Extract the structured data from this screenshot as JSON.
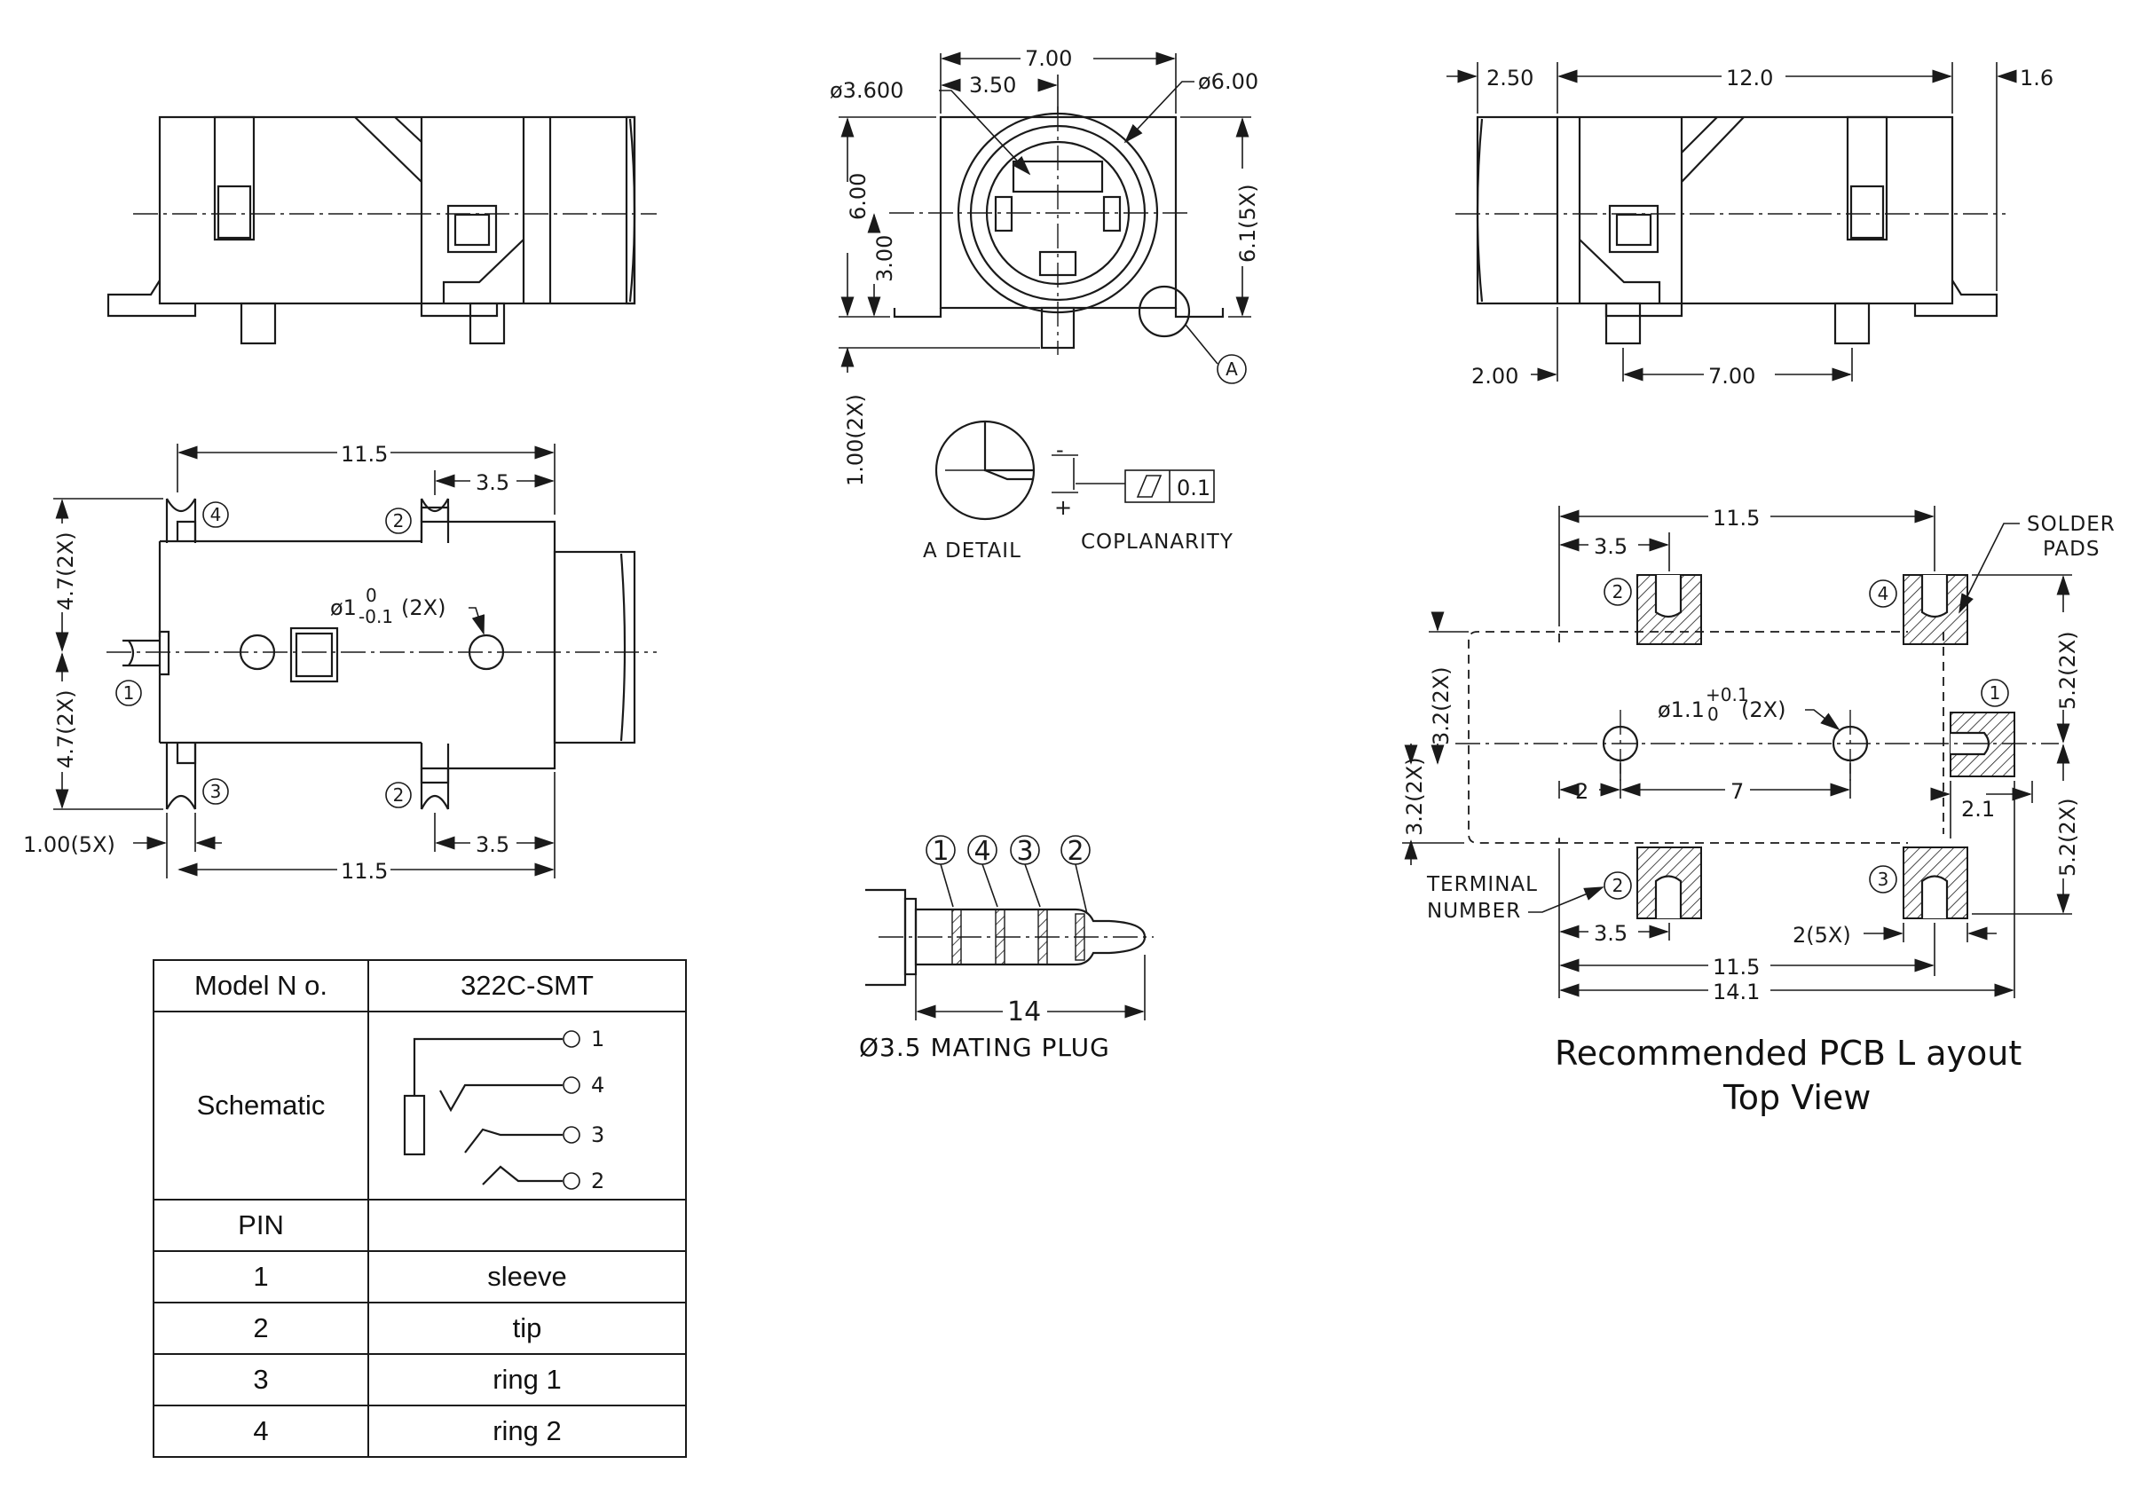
{
  "side_view_left": {},
  "front_view": {
    "dim_width": "7.00",
    "dim_inner": "3.50",
    "dim_outer_dia": "ø6.00",
    "dim_inner_dia": "ø3.600",
    "dim_height": "6.00",
    "dim_center": "3.00",
    "dim_pins": "6.1(5X)",
    "dim_offset": "1.00(2X)",
    "detail_ref": "A"
  },
  "side_view_right": {
    "dim_front": "2.50",
    "dim_length": "12.0",
    "dim_tab": "1.6",
    "dim_pin_offset": "2.00",
    "dim_pin_pitch": "7.00"
  },
  "detail": {
    "label": "A DETAIL",
    "coplanarity_label": "COPLANARITY",
    "tolerance": "0.1",
    "minus": "-",
    "plus": "+"
  },
  "bottom_view": {
    "dim_length_top": "11.5",
    "dim_pin_top": "3.5",
    "dim_half_top": "4.7(2X)",
    "dim_half_bottom": "4.7(2X)",
    "hole_note": "ø1",
    "hole_tol_upper": "0",
    "hole_tol_lower": "-0.1",
    "hole_count": "(2X)",
    "dim_pin_width": "1.00(5X)",
    "dim_pin_bottom": "3.5",
    "dim_length_bottom": "11.5",
    "pins": [
      "4",
      "2",
      "1",
      "3",
      "2"
    ]
  },
  "mating_plug": {
    "pins": [
      "1",
      "4",
      "3",
      "2"
    ],
    "dim_length": "14",
    "caption": "Ø3.5 MATING PLUG"
  },
  "pcb_layout": {
    "dim_length": "11.5",
    "dim_pad_offset": "3.5",
    "solder_pads_label": [
      "SOLDER",
      "PADS"
    ],
    "hole_note": "ø1.1",
    "hole_tol_upper": "+0.1",
    "hole_tol_lower": "0",
    "hole_count": "(2X)",
    "dim_half_right_top": "5.2(2X)",
    "dim_half_right_bottom": "5.2(2X)",
    "dim_half_left_a": "3.2(2X)",
    "dim_half_left_b": "3.2(2X)",
    "dim_hole_left": "2",
    "dim_hole_pitch": "7",
    "dim_right_pad": "2.1",
    "terminal_label": [
      "TERMINAL",
      "NUMBER"
    ],
    "dim_pad_bottom": "3.5",
    "dim_pad_width": "2(5X)",
    "dim_length_bottom": "11.5",
    "dim_total": "14.1",
    "pads": [
      "2",
      "4",
      "1",
      "2",
      "3"
    ],
    "caption": "Recommended PCB L ayout",
    "subcaption": "Top View"
  },
  "model_table": {
    "model_label": "Model N o.",
    "model_value": "322C-SMT",
    "schematic_label": "Schematic",
    "schematic_pins": [
      "1",
      "4",
      "3",
      "2"
    ],
    "pin_header": "PIN",
    "pin_header_value": "",
    "rows": [
      {
        "pin": "1",
        "name": "sleeve"
      },
      {
        "pin": "2",
        "name": "tip"
      },
      {
        "pin": "3",
        "name": "ring 1"
      },
      {
        "pin": "4",
        "name": "ring 2"
      }
    ]
  }
}
